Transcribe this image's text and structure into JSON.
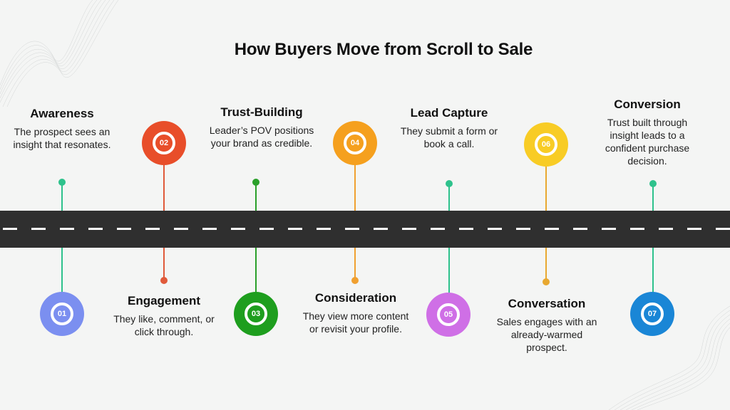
{
  "title": "How Buyers Move from Scroll to Sale",
  "colors": {
    "background": "#f4f5f4",
    "road": "#2f2f2f",
    "road_dash": "#ffffff"
  },
  "steps": [
    {
      "number": "01",
      "title": "Awareness",
      "description": "The prospect sees an insight that resonates.",
      "circle_color": "#7b8ff0",
      "stem_color": "#2ec28c"
    },
    {
      "number": "02",
      "title": "Engagement",
      "description": "They like, comment, or click through.",
      "circle_color": "#e84e2a",
      "stem_color": "#e05a3a"
    },
    {
      "number": "03",
      "title": "Trust-Building",
      "description": "Leader’s POV positions your brand as credible.",
      "circle_color": "#1e9e1e",
      "stem_color": "#2aa02a"
    },
    {
      "number": "04",
      "title": "Consideration",
      "description": "They view more content or revisit your profile.",
      "circle_color": "#f5a01e",
      "stem_color": "#f0a030"
    },
    {
      "number": "05",
      "title": "Lead Capture",
      "description": "They submit a form or book a call.",
      "circle_color": "#cf6fe6",
      "stem_color": "#2ec28c"
    },
    {
      "number": "06",
      "title": "Conversation",
      "description": "Sales engages with an already-warmed prospect.",
      "circle_color": "#f8cc25",
      "stem_color": "#e8a830"
    },
    {
      "number": "07",
      "title": "Conversion",
      "description": "Trust built through insight leads to a confident purchase decision.",
      "circle_color": "#1a86d6",
      "stem_color": "#2ec28c"
    }
  ]
}
